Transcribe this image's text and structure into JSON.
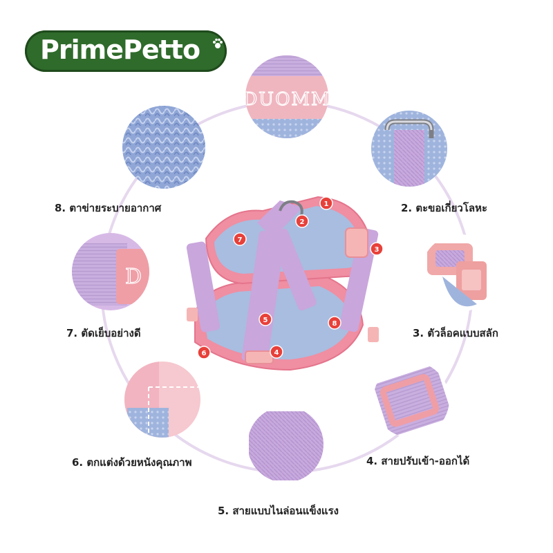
{
  "brand": {
    "logo_text": "PrimePetto",
    "colors": {
      "logo_bg": "#2f6b2b",
      "logo_text": "#ffffff",
      "ring": "#e6d8ee",
      "badge": "#e8403a"
    }
  },
  "features": [
    {
      "label": "2. ตะขอเกี่ยวโลหะ"
    },
    {
      "label": "3. ตัวล็อคแบบสลัก"
    },
    {
      "label": "4. สายปรับเข้า-ออกได้"
    },
    {
      "label": "5. สายแบบไนล่อนแข็งแรง"
    },
    {
      "label": "6. ตกแต่งด้วยหนังคุณภาพ"
    },
    {
      "label": "7. ตัดเย็บอย่างดี"
    },
    {
      "label": "8. ตาข่ายระบายอากาศ"
    }
  ],
  "top_detail": {
    "embroidery_text": "DUOMM"
  },
  "stitch_detail": {
    "letter": "D"
  },
  "harness_badges": [
    "1",
    "2",
    "3",
    "4",
    "5",
    "6",
    "7",
    "8"
  ]
}
